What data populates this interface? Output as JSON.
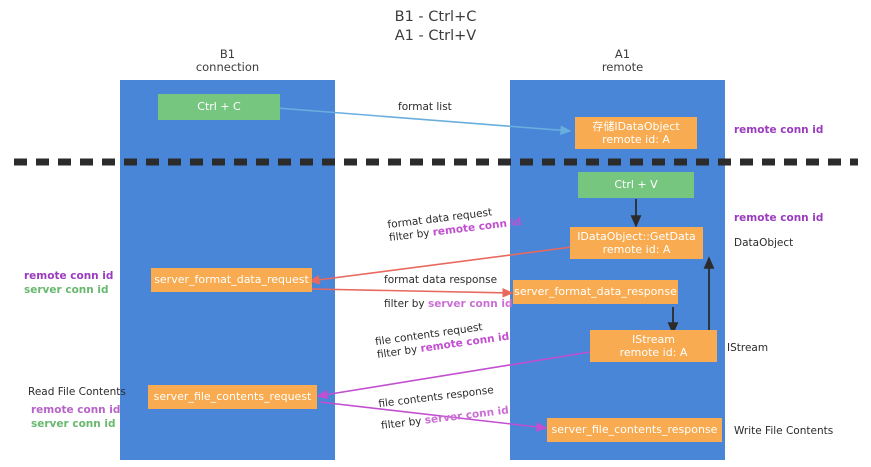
{
  "diagram": {
    "title": "B1 - Ctrl+C\nA1 - Ctrl+V",
    "background": "#ffffff",
    "lane_color": "#4a86d8",
    "node_orange": "#f8ab50",
    "node_green": "#77c680",
    "divider_color": "#2b2b2b",
    "accent_remote": "#9a3bbf",
    "accent_server": "#68b86f",
    "accent_remote_label": "#c14fd0",
    "accent_server_label": "#cb6fd4"
  },
  "columns": [
    {
      "name": "B1",
      "sub": "connection",
      "header": "B1\nconnection"
    },
    {
      "name": "A1",
      "sub": "remote",
      "header": "A1\nremote"
    }
  ],
  "nodes": [
    {
      "id": "ctrl-c",
      "label": "Ctrl + C",
      "label2": "",
      "color": "green"
    },
    {
      "id": "idataobject-store",
      "label": "存储IDataObject",
      "label2": "remote id: A",
      "color": "orange"
    },
    {
      "id": "ctrl-v",
      "label": "Ctrl + V",
      "label2": "",
      "color": "green"
    },
    {
      "id": "idataobject-getdata",
      "label": "IDataObject::GetData",
      "label2": "remote id: A",
      "color": "orange"
    },
    {
      "id": "server-format-data-request",
      "label": "server_format_data_request",
      "label2": "",
      "color": "orange"
    },
    {
      "id": "server-format-data-response",
      "label": "server_format_data_response",
      "label2": "",
      "color": "orange"
    },
    {
      "id": "istream",
      "label": "IStream",
      "label2": "remote id: A",
      "color": "orange"
    },
    {
      "id": "server-file-contents-request",
      "label": "server_file_contents_request",
      "label2": "",
      "color": "orange"
    },
    {
      "id": "server-file-contents-response",
      "label": "server_file_contents_response",
      "label2": "",
      "color": "orange"
    }
  ],
  "edge_labels": {
    "format_list": "format list",
    "format_data_request": "format data request",
    "format_data_request_filter_prefix": "filter by ",
    "format_data_request_filter_key": "remote conn id",
    "format_data_response": "format data response",
    "format_data_response_filter_prefix": "filter by ",
    "format_data_response_filter_key": "server conn id",
    "file_contents_request": "file contents request",
    "file_contents_request_filter_prefix": "filter by ",
    "file_contents_request_filter_key": "remote conn id",
    "file_contents_response": "file contents response",
    "file_contents_response_filter_prefix": "filter by ",
    "file_contents_response_filter_key": "server conn id"
  },
  "side_notes": {
    "right_top_remote": "remote conn id",
    "right_mid_remote": "remote conn id",
    "right_dataobject": "DataObject",
    "right_istream": "IStream",
    "right_write_file_contents": "Write File Contents",
    "left_remote_1": "remote conn id",
    "left_server_1": "server conn id",
    "left_read_file_contents": "Read File Contents",
    "left_remote_2": "remote conn id",
    "left_server_2": "server conn id"
  }
}
